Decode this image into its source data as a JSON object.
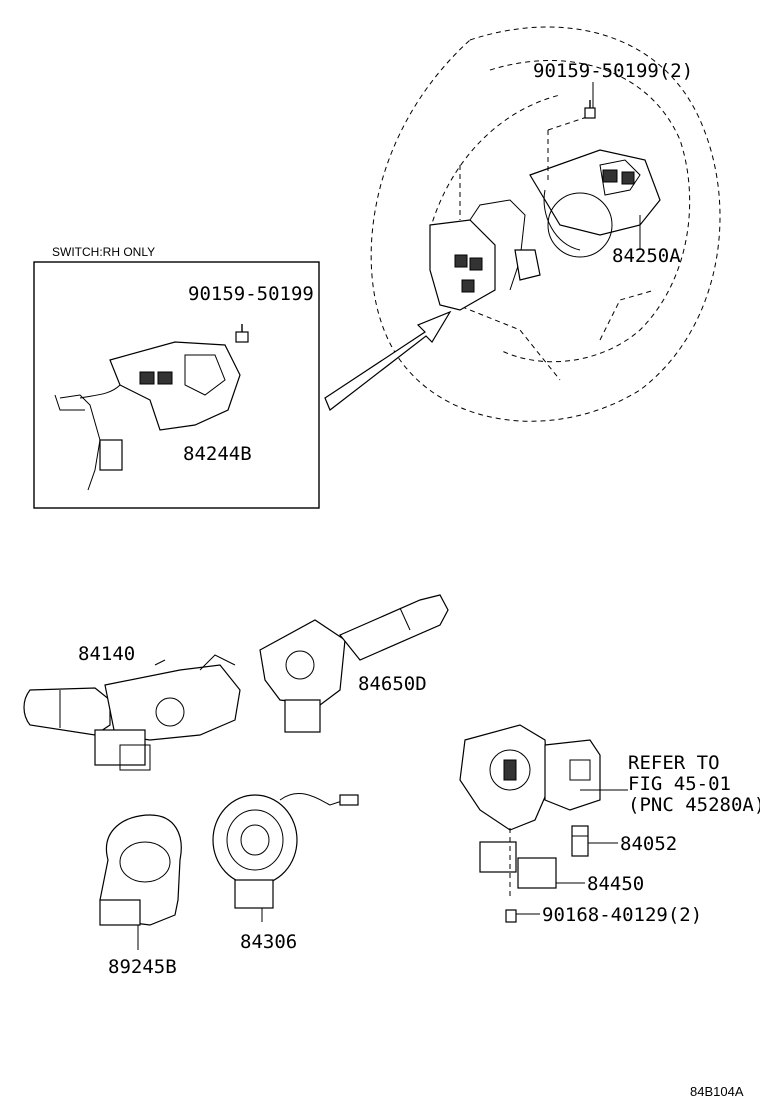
{
  "diagram": {
    "inset_caption": "SWITCH:RH ONLY",
    "figure_code": "84B104A",
    "labels": {
      "bolt_top": "90159-50199(2)",
      "steering_switch": "84250A",
      "inset_bolt": "90159-50199",
      "inset_switch": "84244B",
      "turn_switch": "84140",
      "wiper_switch": "84650D",
      "refer_1": "REFER TO",
      "refer_2": "FIG 45-01",
      "refer_3": "(PNC 45280A)",
      "relay": "84052",
      "ignition": "84450",
      "screw": "90168-40129(2)",
      "cover": "89245B",
      "spiral_cable": "84306"
    }
  }
}
